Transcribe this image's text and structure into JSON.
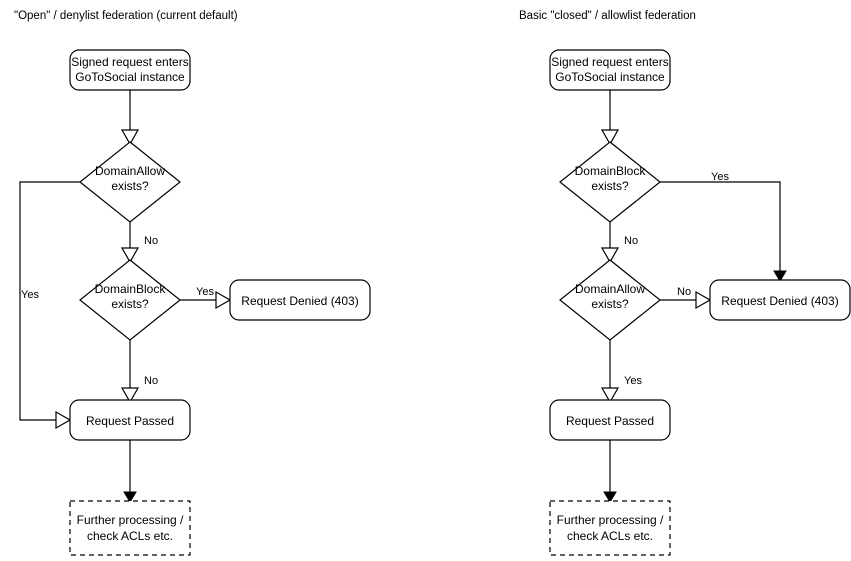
{
  "page": {
    "background": "#ffffff",
    "stroke_color": "#000000",
    "text_color": "#000000"
  },
  "diagrams": [
    {
      "id": "open-denylist",
      "title": "\"Open\" / denylist federation (current default)",
      "nodes": {
        "entry": "Signed request enters\nGoToSocial instance",
        "entry_line1": "Signed request enters",
        "entry_line2": "GoToSocial instance",
        "decision1": "DomainAllow\nexists?",
        "decision1_line1": "DomainAllow",
        "decision1_line2": "exists?",
        "decision2": "DomainBlock\nexists?",
        "decision2_line1": "DomainBlock",
        "decision2_line2": "exists?",
        "denied": "Request Denied (403)",
        "passed": "Request Passed",
        "further_line1": "Further processing /",
        "further_line2": "check ACLs etc."
      },
      "edges": {
        "allow_yes": "Yes",
        "allow_no": "No",
        "block_yes": "Yes",
        "block_no": "No"
      }
    },
    {
      "id": "closed-allowlist",
      "title": "Basic \"closed\" / allowlist federation",
      "nodes": {
        "entry_line1": "Signed request enters",
        "entry_line2": "GoToSocial instance",
        "decision1_line1": "DomainBlock",
        "decision1_line2": "exists?",
        "decision2_line1": "DomainAllow",
        "decision2_line2": "exists?",
        "denied": "Request Denied (403)",
        "passed": "Request Passed",
        "further_line1": "Further processing /",
        "further_line2": "check ACLs etc."
      },
      "edges": {
        "block_yes": "Yes",
        "block_no": "No",
        "allow_no": "No",
        "allow_yes": "Yes"
      }
    }
  ]
}
